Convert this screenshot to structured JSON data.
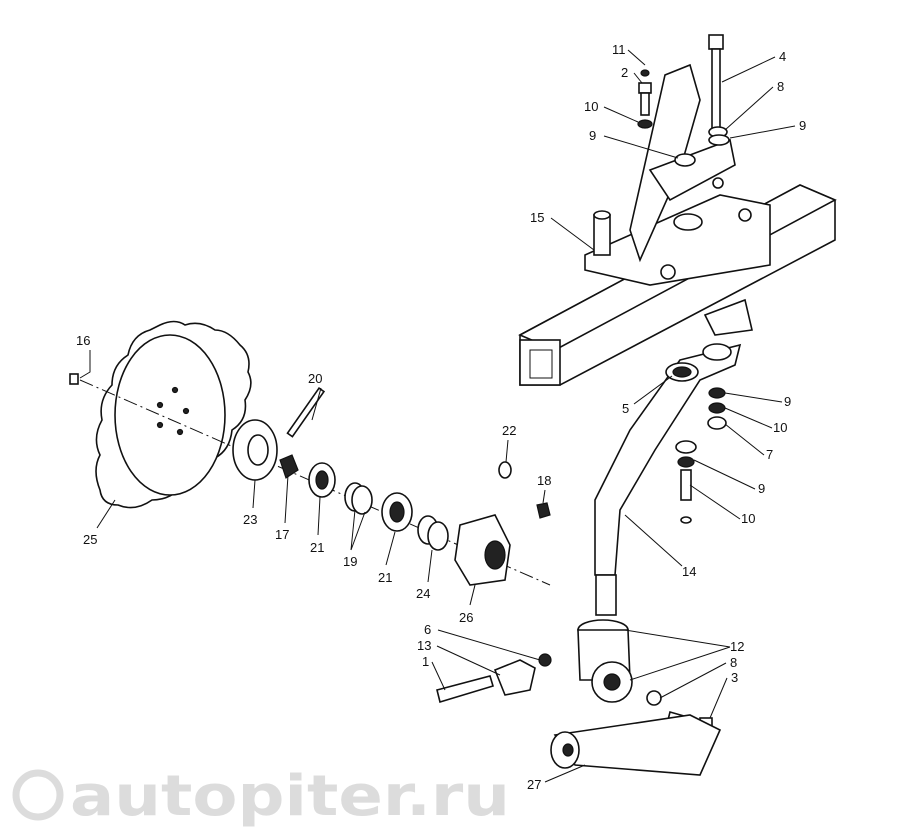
{
  "watermark": "autopiter.ru",
  "callouts": {
    "c11": "11",
    "c2": "2",
    "c10a": "10",
    "c9a": "9",
    "c4": "4",
    "c8a": "8",
    "c9b": "9",
    "c15": "15",
    "c16": "16",
    "c20": "20",
    "c5": "5",
    "c9c": "9",
    "c10b": "10",
    "c7": "7",
    "c9d": "9",
    "c10c": "10",
    "c22": "22",
    "c18": "18",
    "c14": "14",
    "c23": "23",
    "c17": "17",
    "c21a": "21",
    "c19": "19",
    "c21b": "21",
    "c24": "24",
    "c26": "26",
    "c25": "25",
    "c6": "6",
    "c13": "13",
    "c1": "1",
    "c12": "12",
    "c8b": "8",
    "c3": "3",
    "c27": "27"
  }
}
